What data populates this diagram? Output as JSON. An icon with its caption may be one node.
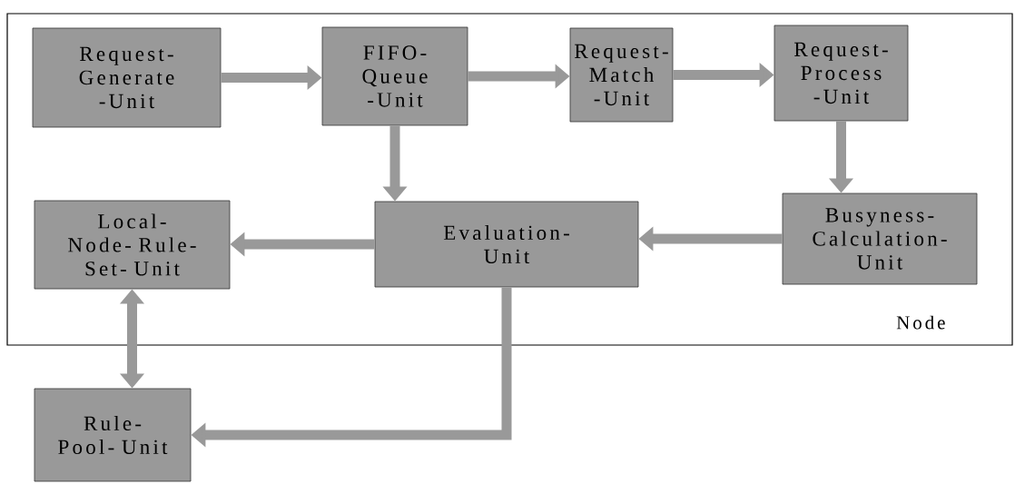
{
  "diagram": {
    "nodes": [
      {
        "text": [
          "Node"
        ]
      },
      {
        "text": [
          "Request- Generate -Unit"
        ],
        "in": 0
      },
      {
        "text": [
          "FIFO- Queue -Unit"
        ],
        "in": 0
      },
      {
        "text": [
          "Request- Match -Unit"
        ],
        "in": 0
      },
      {
        "text": [
          "Request- Process -Unit"
        ],
        "in": 0
      },
      {
        "text": [
          "Local-Node- Rule-Set- Unit"
        ],
        "in": 0
      },
      {
        "text": [
          "Evaluation- Unit"
        ],
        "in": 0
      },
      {
        "text": [
          "Busyness- Calculation- Unit"
        ],
        "in": 0
      },
      {
        "text": [
          "Rule-Pool- Unit"
        ]
      }
    ],
    "edges": [
      {
        "from": 1,
        "to": 2,
        "arrow": "to"
      },
      {
        "from": 2,
        "to": 3,
        "arrow": "to"
      },
      {
        "from": 3,
        "to": 4,
        "arrow": "to"
      },
      {
        "from": 4,
        "to": 7,
        "arrow": "to"
      },
      {
        "from": 2,
        "to": 6,
        "arrow": "to"
      },
      {
        "from": 7,
        "to": 6,
        "arrow": "to"
      },
      {
        "from": 6,
        "to": 5,
        "arrow": "to"
      },
      {
        "from": 5,
        "to": 8,
        "arrow": "both"
      },
      {
        "from": 6,
        "to": 8,
        "arrow": "to"
      }
    ]
  }
}
